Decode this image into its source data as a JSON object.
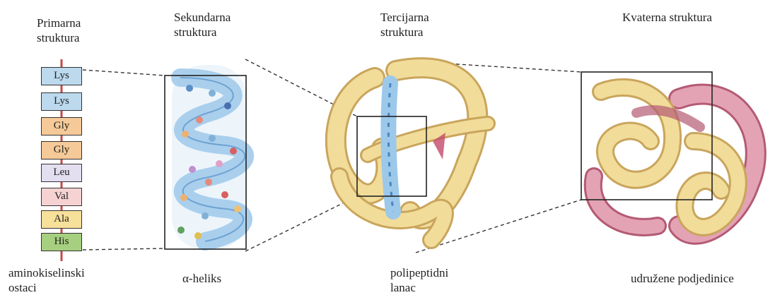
{
  "headings": {
    "primary": [
      "Primarna",
      "struktura"
    ],
    "secondary": [
      "Sekundarna",
      "struktura"
    ],
    "tertiary": [
      "Tercijarna",
      "struktura"
    ],
    "quaternary": "Kvaterna struktura"
  },
  "residues": [
    {
      "name": "Lys",
      "color": "#bcd9ee"
    },
    {
      "name": "Lys",
      "color": "#bcd9ee"
    },
    {
      "name": "Gly",
      "color": "#f5c998"
    },
    {
      "name": "Gly",
      "color": "#f5c998"
    },
    {
      "name": "Leu",
      "color": "#e3def0"
    },
    {
      "name": "Val",
      "color": "#f6d2d2"
    },
    {
      "name": "Ala",
      "color": "#f7e09a"
    },
    {
      "name": "His",
      "color": "#a6cf7f"
    }
  ],
  "captions": {
    "primary": [
      "aminokiselinski",
      "ostaci"
    ],
    "secondary": "α-heliks",
    "tertiary": [
      "polipeptidni",
      "lanac"
    ],
    "quaternary": "udružene podjedinice"
  },
  "colors": {
    "backbone": "#c44a4a",
    "helix": "#9cc8ea",
    "helix_dark": "#4a86c0",
    "chain": "#f1dc9a",
    "chain_edge": "#c9a55c",
    "subunit_pink": "#e3a3b5",
    "subunit_pink_edge": "#b45a74"
  }
}
